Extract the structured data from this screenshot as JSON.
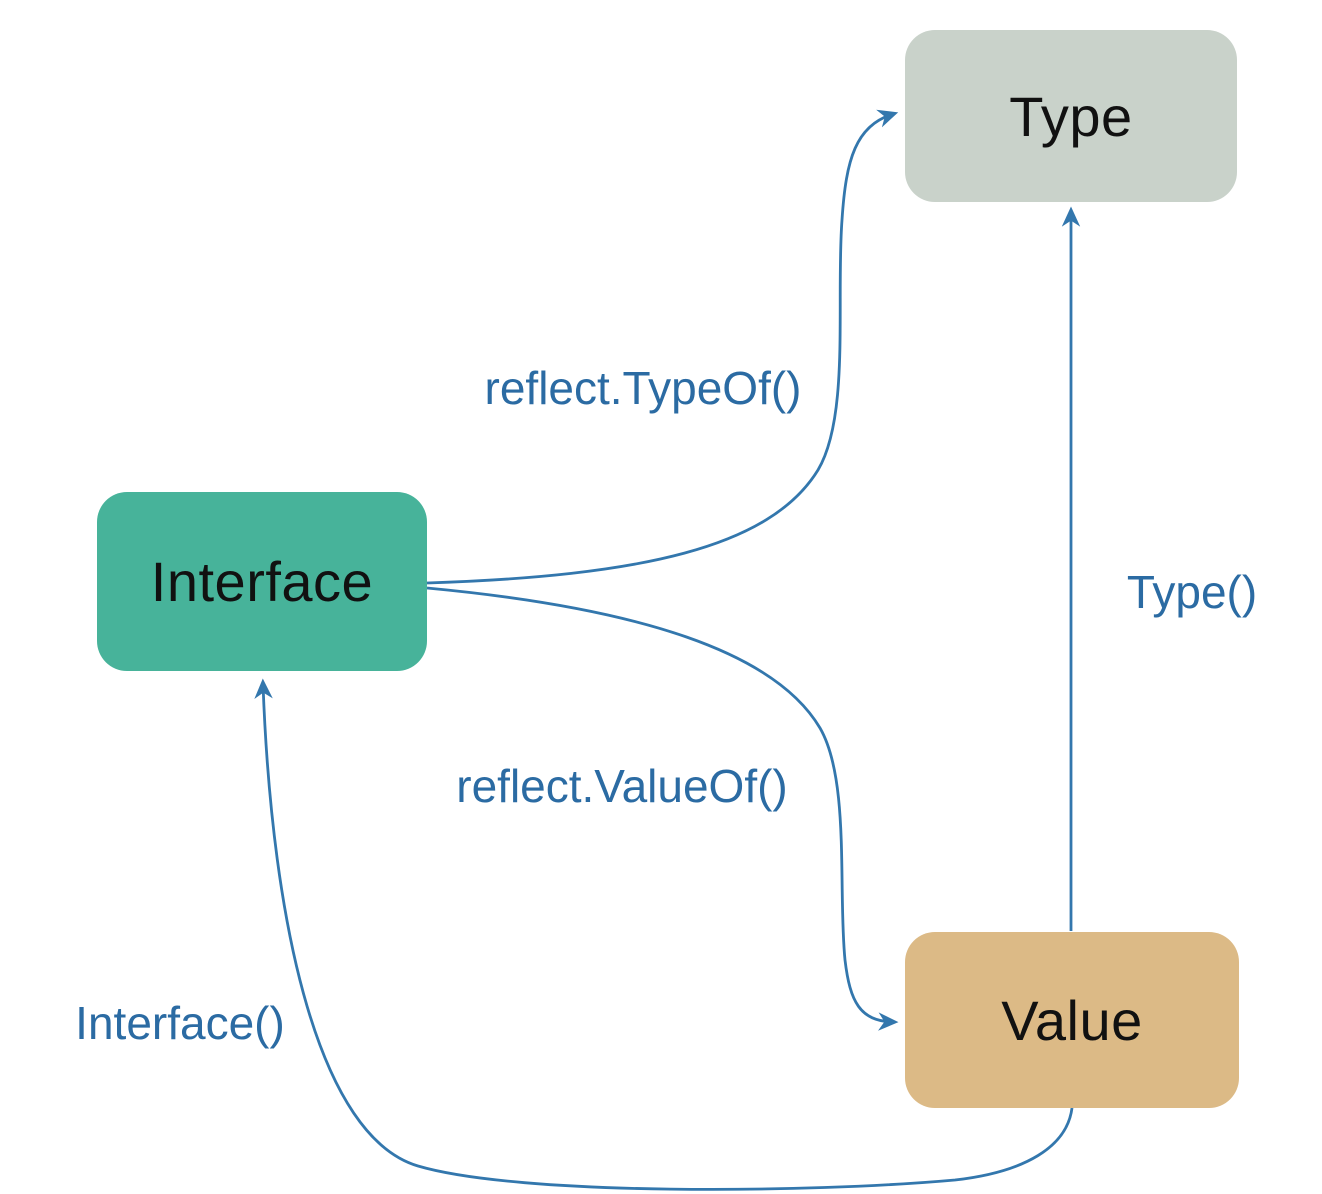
{
  "diagram": {
    "background": "#ffffff",
    "arrow_color": "#3377ad",
    "label_color": "#2b6ba3",
    "node_text_color": "#111111",
    "nodes": [
      {
        "id": "type",
        "label": "Type",
        "fill": "#c9d2ca"
      },
      {
        "id": "interface",
        "label": "Interface",
        "fill": "#47b39a"
      },
      {
        "id": "value",
        "label": "Value",
        "fill": "#dcba86"
      }
    ],
    "edges": [
      {
        "id": "reflect-typeof",
        "label": "reflect.TypeOf()",
        "from": "Interface",
        "to": "Type"
      },
      {
        "id": "reflect-valueof",
        "label": "reflect.ValueOf()",
        "from": "Interface",
        "to": "Value"
      },
      {
        "id": "type-method",
        "label": "Type()",
        "from": "Value",
        "to": "Type"
      },
      {
        "id": "interface-method",
        "label": "Interface()",
        "from": "Value",
        "to": "Interface"
      }
    ]
  }
}
